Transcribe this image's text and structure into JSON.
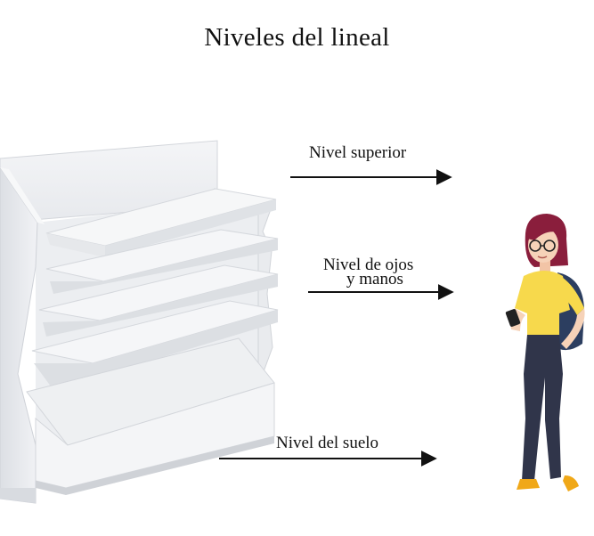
{
  "title": "Niveles del lineal",
  "levels": [
    {
      "line1": "Nivel superior",
      "line2": ""
    },
    {
      "line1": "Nivel de ojos",
      "line2": "y manos"
    },
    {
      "line1": "Nivel del suelo",
      "line2": ""
    }
  ],
  "colors": {
    "shelf_light": "#f3f4f6",
    "shelf_mid": "#e4e6ea",
    "shelf_dark": "#c9ccd2",
    "shirt": "#f7d94c",
    "hair": "#8a1e3c",
    "pants": "#30354a",
    "backpack": "#2c3e60",
    "shoes": "#f0a818",
    "skin": "#f6d2b8"
  },
  "icons": [
    "shelf-unit-illustration",
    "person-illustration",
    "arrow-right-icon"
  ]
}
